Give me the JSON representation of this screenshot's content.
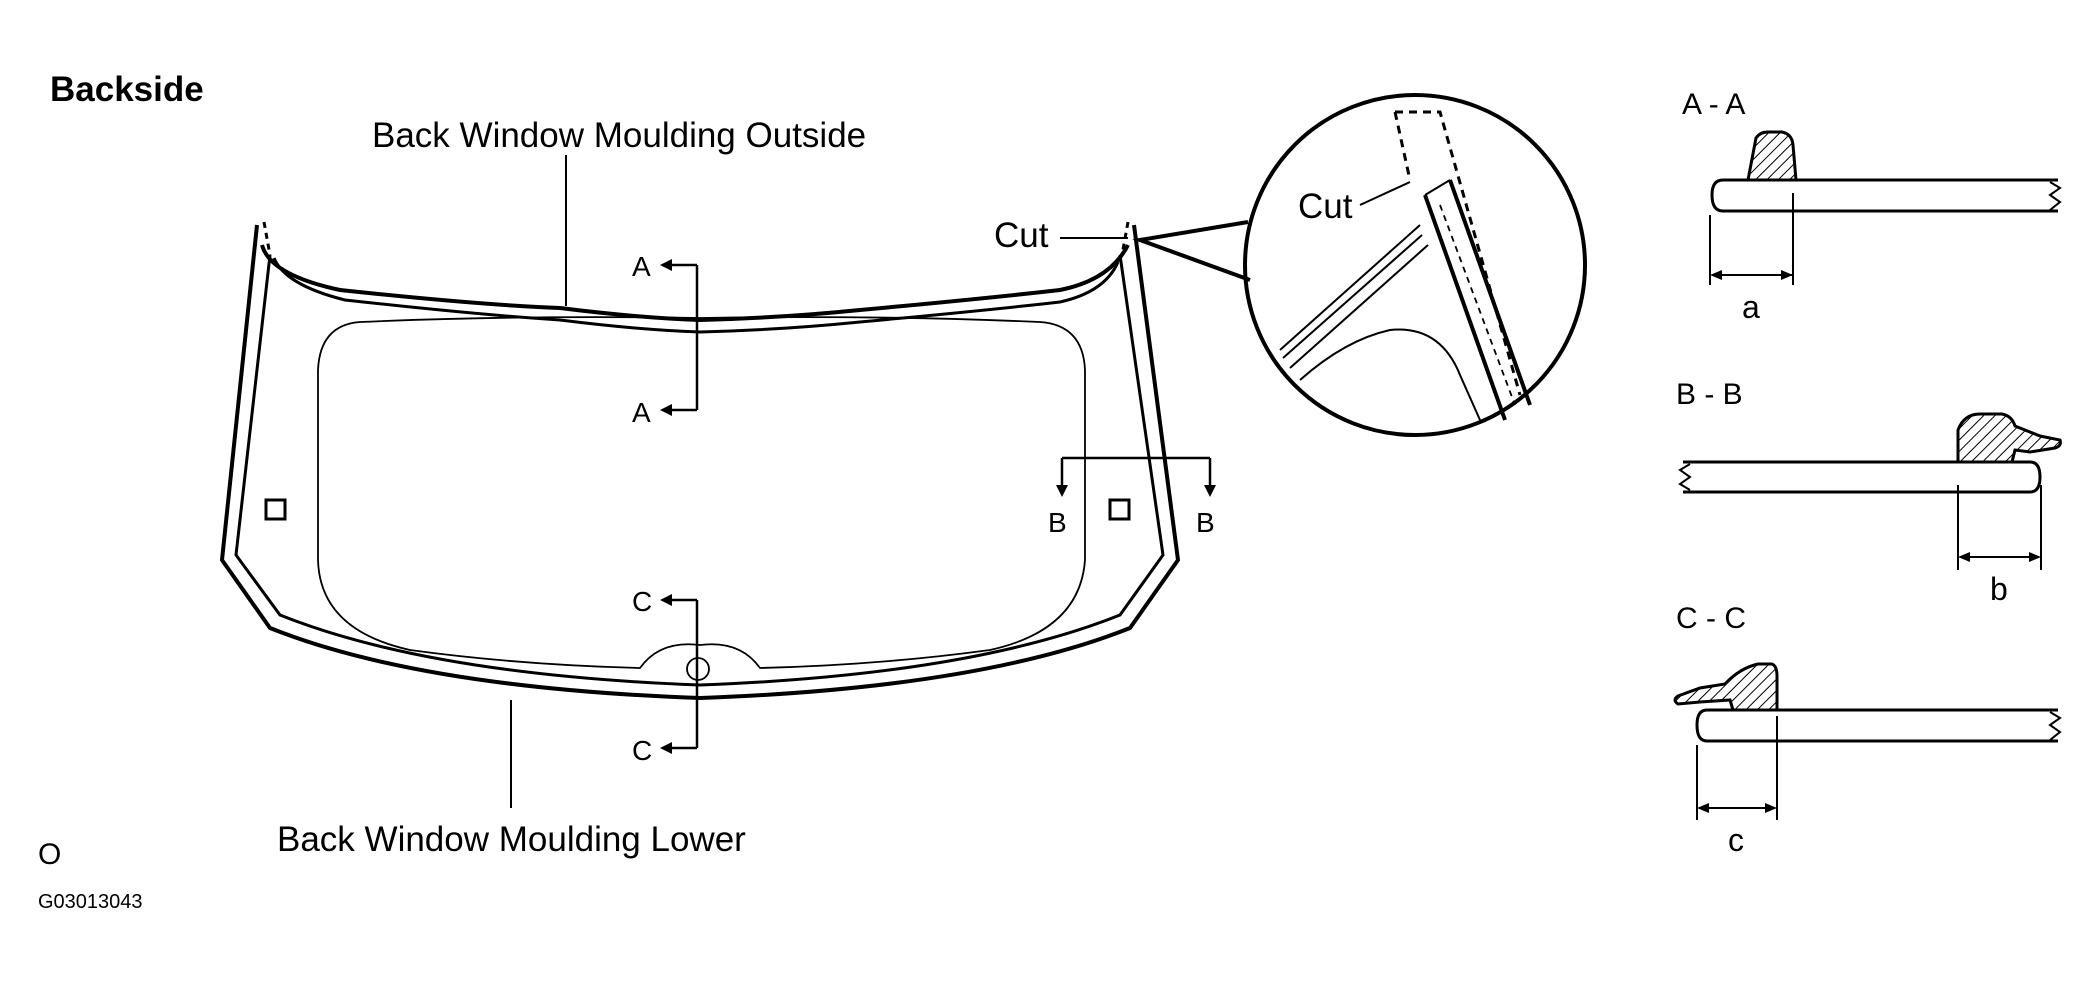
{
  "header": {
    "title": "Backside"
  },
  "labels": {
    "moulding_outside": "Back Window Moulding Outside",
    "moulding_lower": "Back Window Moulding Lower",
    "cut_main": "Cut",
    "cut_detail": "Cut",
    "corner_mark": "O",
    "figure_code": "G03013043"
  },
  "section_marks": {
    "a": "A",
    "b": "B",
    "c": "C"
  },
  "sections": [
    {
      "title": "A - A",
      "dimension": "a"
    },
    {
      "title": "B - B",
      "dimension": "b"
    },
    {
      "title": "C - C",
      "dimension": "c"
    }
  ]
}
